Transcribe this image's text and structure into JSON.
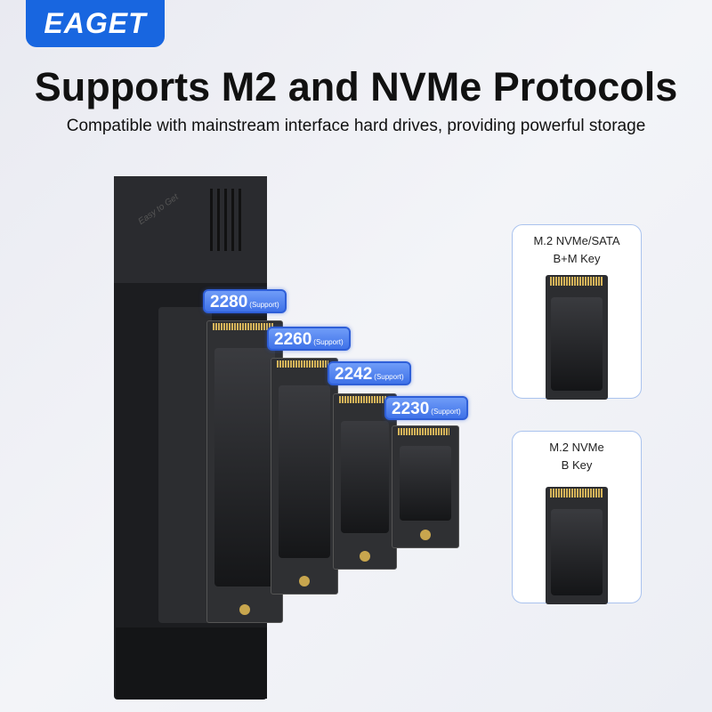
{
  "brand": "EAGET",
  "title": "Supports M2 and NVMe Protocols",
  "subtitle": "Compatible with mainstream interface hard drives, providing powerful storage",
  "enclosure_text": "Easy to Get",
  "sizes": [
    {
      "size": "2280",
      "note": "(Support)"
    },
    {
      "size": "2260",
      "note": "(Support)"
    },
    {
      "size": "2242",
      "note": "(Support)"
    },
    {
      "size": "2230",
      "note": "(Support)"
    }
  ],
  "cards": [
    {
      "line1": "M.2 NVMe/SATA",
      "line2": "B+M Key"
    },
    {
      "line1": "M.2 NVMe",
      "line2": "B Key"
    }
  ]
}
